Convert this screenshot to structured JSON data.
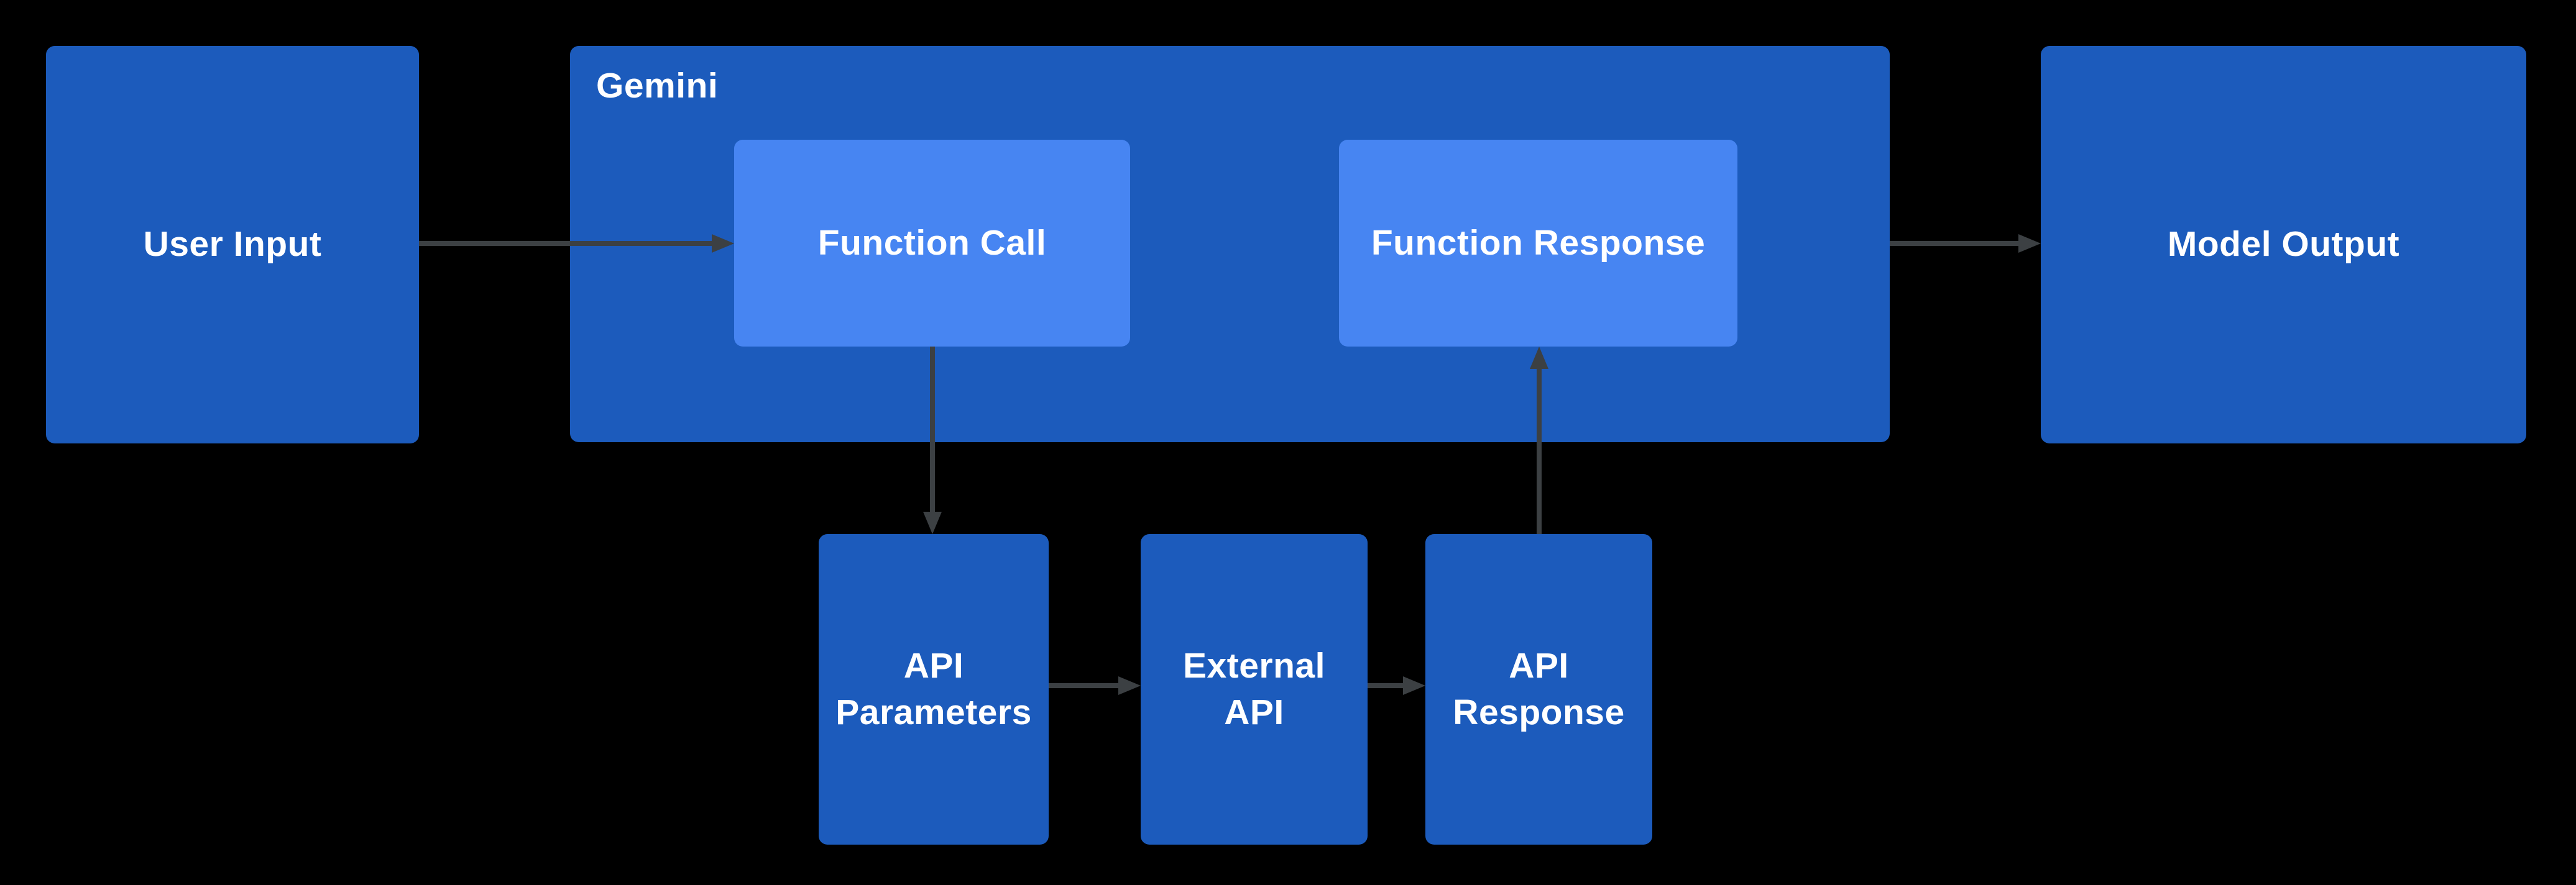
{
  "diagram": {
    "nodes": {
      "user_input": {
        "label": "User Input"
      },
      "gemini": {
        "label": "Gemini"
      },
      "function_call": {
        "label": "Function Call"
      },
      "function_response": {
        "label": "Function Response"
      },
      "model_output": {
        "label": "Model Output"
      },
      "api_parameters": {
        "label": "API\nParameters"
      },
      "external_api": {
        "label": "External\nAPI"
      },
      "api_response": {
        "label": "API\nResponse"
      }
    },
    "edges": [
      {
        "from": "user_input",
        "to": "function_call"
      },
      {
        "from": "function_call",
        "to": "api_parameters"
      },
      {
        "from": "api_parameters",
        "to": "external_api"
      },
      {
        "from": "external_api",
        "to": "api_response"
      },
      {
        "from": "api_response",
        "to": "function_response"
      },
      {
        "from": "gemini",
        "to": "model_output"
      }
    ]
  },
  "colors": {
    "background": "#000000",
    "node_dark_blue": "#1c5bbc",
    "node_light_blue": "#4785f2",
    "arrow_gray": "#3c4043",
    "label_white": "#ffffff"
  }
}
